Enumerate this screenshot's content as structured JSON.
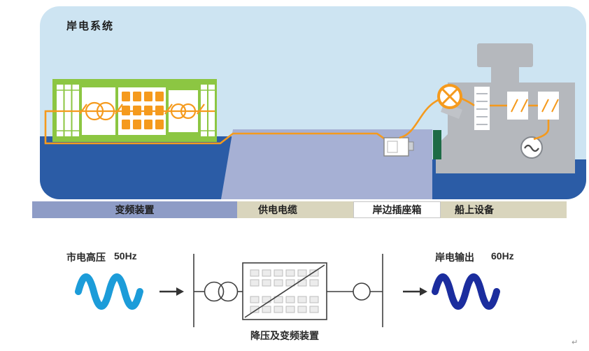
{
  "title": "岸电系统",
  "legend": {
    "items": [
      {
        "label": "变频装置"
      },
      {
        "label": "供电电缆"
      },
      {
        "label": "岸边插座箱"
      },
      {
        "label": "船上设备"
      }
    ]
  },
  "flow": {
    "input_label": "市电高压",
    "input_freq": "50Hz",
    "output_label": "岸电输出",
    "output_freq": "60Hz",
    "device_label": "降压及变频装置"
  },
  "artifact": "↵",
  "colors": {
    "panel_sky": "#CDE4F2",
    "water": "#2B5CA6",
    "pier": "#A6B0D4",
    "building": "#8CC642",
    "cable_orange": "#F59A1D",
    "ship_gray": "#B5B8BD",
    "fender_green": "#1E6B46",
    "wave_input_blue": "#1C9CD9",
    "wave_output_navy": "#1B2D9E",
    "legend_purple": "#8E9CC6",
    "legend_beige": "#D9D5BD"
  }
}
